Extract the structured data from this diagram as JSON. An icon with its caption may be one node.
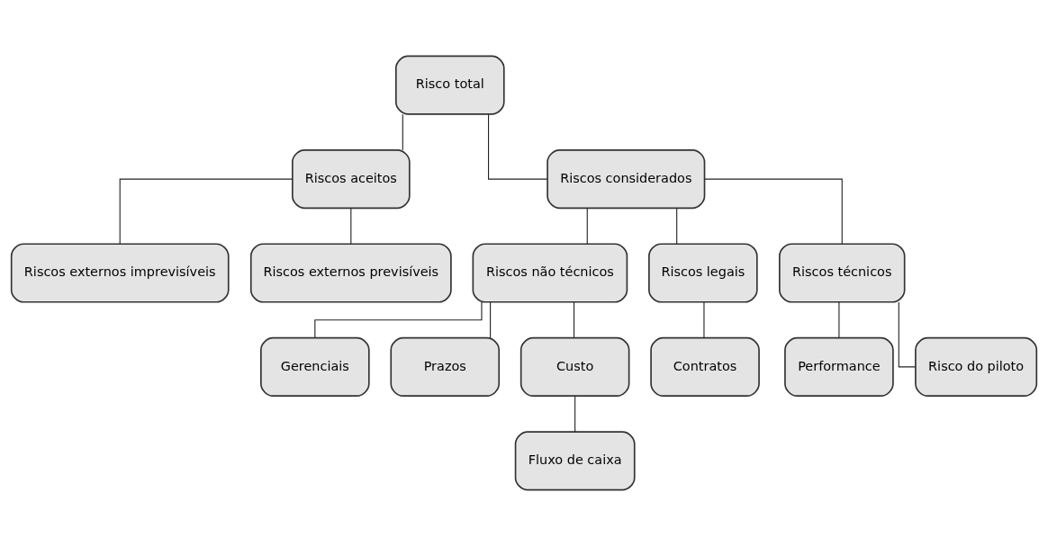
{
  "diagram": {
    "nodes": [
      {
        "text": [
          "Risco total"
        ]
      },
      {
        "text": [
          "Riscos aceitos"
        ]
      },
      {
        "text": [
          "Riscos considerados"
        ]
      },
      {
        "text": [
          "Riscos externos imprevisíveis"
        ]
      },
      {
        "text": [
          "Riscos externos previsíveis"
        ]
      },
      {
        "text": [
          "Riscos não técnicos"
        ]
      },
      {
        "text": [
          "Riscos legais"
        ]
      },
      {
        "text": [
          "Riscos técnicos"
        ]
      },
      {
        "text": [
          "Gerenciais"
        ]
      },
      {
        "text": [
          "Prazos"
        ]
      },
      {
        "text": [
          "Custo"
        ]
      },
      {
        "text": [
          "Contratos"
        ]
      },
      {
        "text": [
          "Performance"
        ]
      },
      {
        "text": [
          "Risco do piloto"
        ]
      },
      {
        "text": [
          "Fluxo de caixa"
        ]
      }
    ],
    "edges": [
      {
        "from": 0,
        "to": 1,
        "arrow": "none"
      },
      {
        "from": 0,
        "to": 2,
        "arrow": "none"
      },
      {
        "from": 1,
        "to": 3,
        "arrow": "none"
      },
      {
        "from": 1,
        "to": 4,
        "arrow": "none"
      },
      {
        "from": 2,
        "to": 5,
        "arrow": "none"
      },
      {
        "from": 2,
        "to": 6,
        "arrow": "none"
      },
      {
        "from": 2,
        "to": 7,
        "arrow": "none"
      },
      {
        "from": 5,
        "to": 8,
        "arrow": "none"
      },
      {
        "from": 5,
        "to": 9,
        "arrow": "none"
      },
      {
        "from": 5,
        "to": 10,
        "arrow": "none"
      },
      {
        "from": 6,
        "to": 11,
        "arrow": "none"
      },
      {
        "from": 7,
        "to": 12,
        "arrow": "none"
      },
      {
        "from": 7,
        "to": 13,
        "arrow": "none"
      },
      {
        "from": 10,
        "to": 14,
        "arrow": "none"
      }
    ]
  }
}
